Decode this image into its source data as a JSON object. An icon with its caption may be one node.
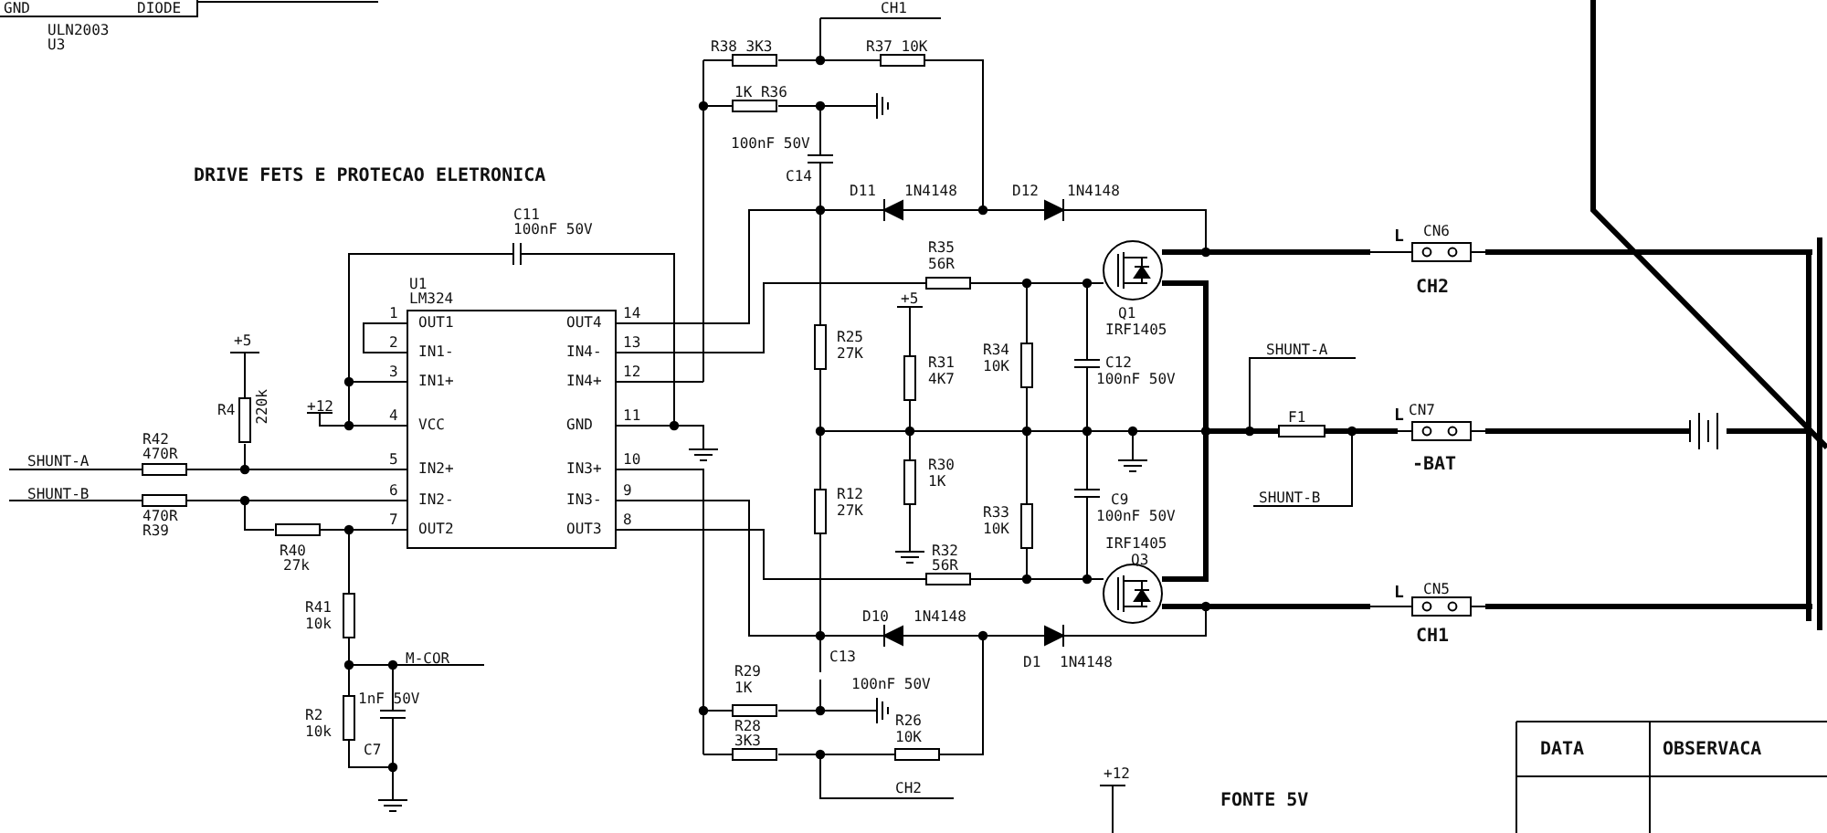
{
  "diagram": {
    "title": "DRIVE FETS E PROTECAO ELETRONICA",
    "labels": [
      "GND",
      "DIODE",
      "ULN2003",
      "U3",
      "C11",
      "100nF 50V",
      "U1",
      "LM324",
      "1",
      "OUT1",
      "OUT4",
      "14",
      "2",
      "IN1-",
      "IN4-",
      "13",
      "3",
      "IN1+",
      "IN4+",
      "12",
      "4",
      "VCC",
      "GND",
      "11",
      "5",
      "IN2+",
      "IN3+",
      "10",
      "6",
      "IN2-",
      "IN3-",
      "9",
      "7",
      "OUT2",
      "OUT3",
      "8",
      "+5",
      "R4",
      "220k",
      "+12",
      "SHUNT-A",
      "R42",
      "470R",
      "SHUNT-B",
      "470R",
      "R39",
      "R40",
      "27k",
      "R41",
      "10k",
      "M-COR",
      "1nF 50V",
      "R2",
      "10k",
      "C7",
      "CH1",
      "R38 3K3",
      "R37 10K",
      "1K R36",
      "100nF 50V",
      "C14",
      "D11",
      "1N4148",
      "D12",
      "1N4148",
      "R35",
      "56R",
      "+5",
      "Q1",
      "IRF1405",
      "R25",
      "27K",
      "R31",
      "4K7",
      "R34",
      "10K",
      "C12",
      "100nF 50V",
      "L",
      "CN6",
      "CH2",
      "SHUNT-A",
      "F1",
      "L",
      "CN7",
      "-BAT",
      "SHUNT-B",
      "R30",
      "1K",
      "R12",
      "27K",
      "R33",
      "10K",
      "C9",
      "100nF 50V",
      "R32",
      "56R",
      "IRF1405",
      "Q3",
      "L",
      "CN5",
      "CH1",
      "D10",
      "1N4148",
      "C13",
      "D1",
      "1N4148",
      "100nF 50V",
      "R29",
      "1K",
      "R28",
      "3K3",
      "R26",
      "10K",
      "CH2",
      "+12",
      "FONTE 5V",
      "DATA",
      "OBSERVACA"
    ]
  }
}
